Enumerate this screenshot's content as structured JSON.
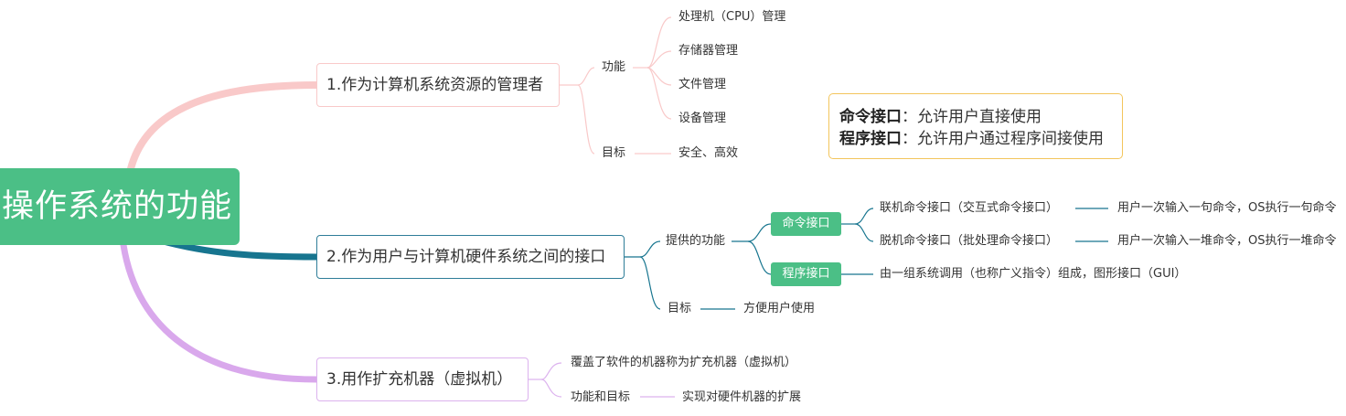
{
  "root": "操作系统的功能",
  "branch1": {
    "title": "1.作为计算机系统资源的管理者",
    "func_label": "功能",
    "func_items": [
      "处理机（CPU）管理",
      "存储器管理",
      "文件管理",
      "设备管理"
    ],
    "goal_label": "目标",
    "goal_value": "安全、高效"
  },
  "callout": {
    "cmd_term": "命令接口",
    "cmd_desc": "：允许用户直接使用",
    "prog_term": "程序接口",
    "prog_desc": "：允许用户通过程序间接使用"
  },
  "branch2": {
    "title": "2.作为用户与计算机硬件系统之间的接口",
    "provided_label": "提供的功能",
    "cmd_pill": "命令接口",
    "prog_pill": "程序接口",
    "online": "联机命令接口（交互式命令接口）",
    "online_desc": "用户一次输入一句命令，OS执行一句命令",
    "offline": "脱机命令接口（批处理命令接口）",
    "offline_desc": "用户一次输入一堆命令，OS执行一堆命令",
    "prog_desc": "由一组系统调用（也称广义指令）组成，图形接口（GUI）",
    "goal_label": "目标",
    "goal_value": "方便用户使用"
  },
  "branch3": {
    "title": "3.用作扩充机器（虚拟机）",
    "covered": "覆盖了软件的机器称为扩充机器（虚拟机）",
    "func_goal_label": "功能和目标",
    "func_goal_value": "实现对硬件机器的扩展"
  },
  "colors": {
    "root_fill": "#4bbf86",
    "branch1_line": "#f9c9c9",
    "branch2_line": "#17758f",
    "branch3_line": "#d9a8ec",
    "callout_border": "#f3c55c"
  }
}
